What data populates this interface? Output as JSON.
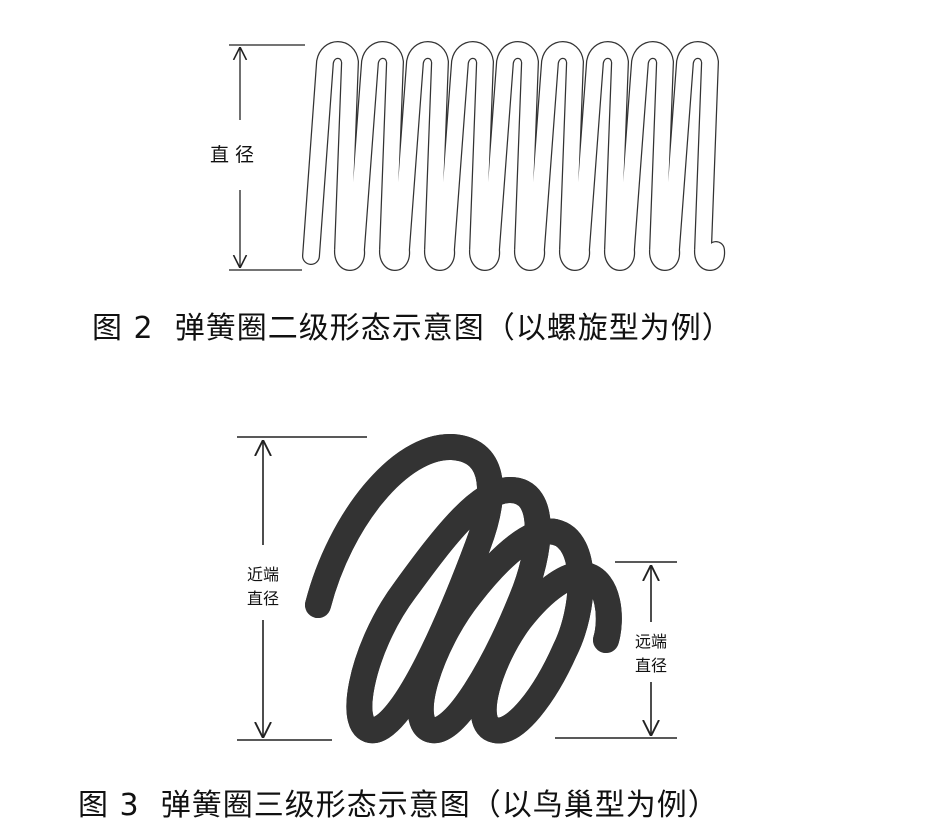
{
  "figure2": {
    "caption": "图 2  弹簧圈二级形态示意图（以螺旋型为例）",
    "diameter_label": "直径",
    "loop_count": 9
  },
  "figure3": {
    "caption": "图 3  弹簧圈三级形态示意图（以鸟巢型为例）",
    "near_label_line1": "近端",
    "near_label_line2": "直径",
    "far_label_line1": "远端",
    "far_label_line2": "直径"
  },
  "colors": {
    "line": "#222222",
    "background": "#ffffff"
  }
}
